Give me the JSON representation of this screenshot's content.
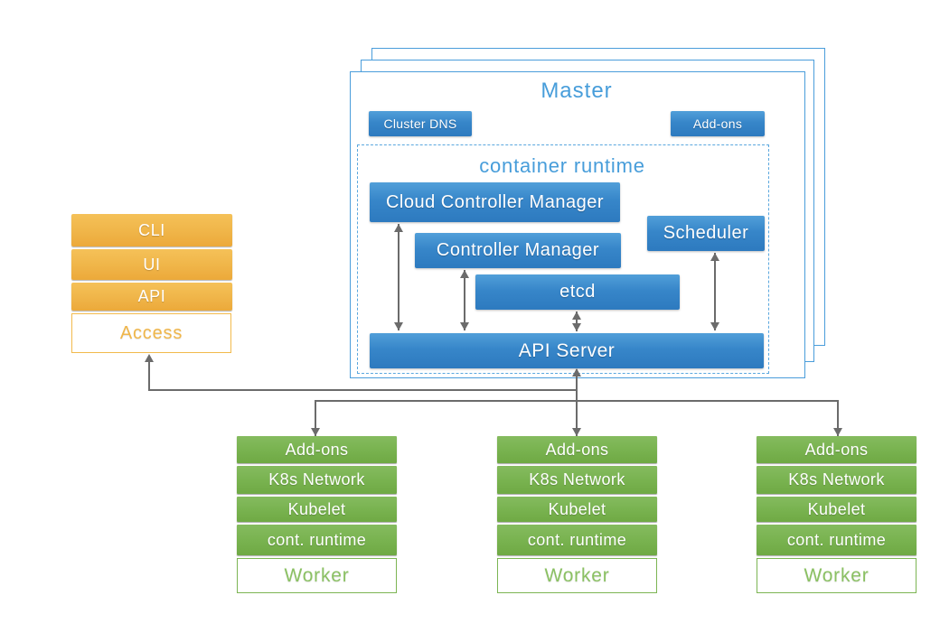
{
  "colors": {
    "blue_fill": "#3786c9",
    "blue_outline": "#4a9ddb",
    "blue_text": "#479dda",
    "orange_fill": "#f0b64a",
    "green_fill": "#79b350",
    "connector_gray": "#6b6b6b"
  },
  "master": {
    "title": "Master",
    "cluster_dns_label": "Cluster DNS",
    "addons_label": "Add-ons",
    "container_runtime_label": "container runtime",
    "components": {
      "cloud_controller_manager": "Cloud Controller Manager",
      "controller_manager": "Controller Manager",
      "etcd": "etcd",
      "scheduler": "Scheduler",
      "api_server": "API Server"
    }
  },
  "access_stack": {
    "items": [
      "CLI",
      "UI",
      "API"
    ],
    "label": "Access"
  },
  "workers": [
    {
      "rows": [
        "Add-ons",
        "K8s Network",
        "Kubelet",
        "cont. runtime"
      ],
      "label": "Worker"
    },
    {
      "rows": [
        "Add-ons",
        "K8s Network",
        "Kubelet",
        "cont. runtime"
      ],
      "label": "Worker"
    },
    {
      "rows": [
        "Add-ons",
        "K8s Network",
        "Kubelet",
        "cont. runtime"
      ],
      "label": "Worker"
    }
  ]
}
